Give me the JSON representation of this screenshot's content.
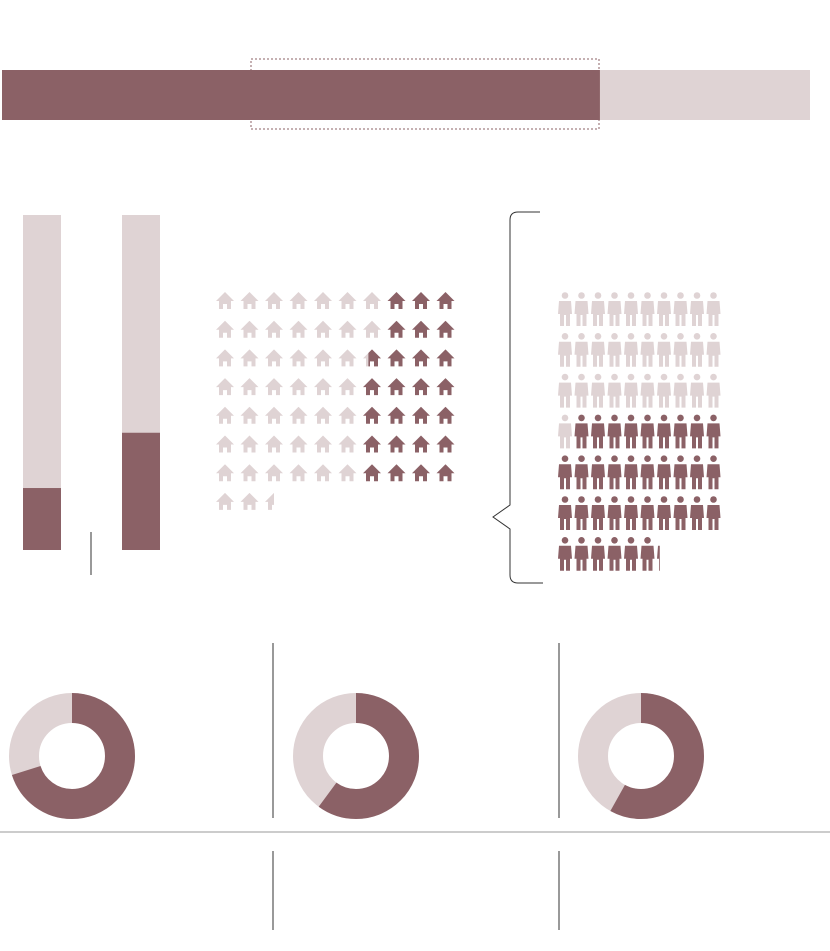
{
  "colors": {
    "dark": "#8b6166",
    "light": "#dfd3d4",
    "rule": "#999999"
  },
  "chart_data": [
    {
      "type": "bar",
      "orientation": "horizontal",
      "name": "top-bar",
      "values": [
        0.74
      ],
      "ylim": [
        0,
        1
      ]
    },
    {
      "type": "bar",
      "orientation": "vertical",
      "name": "vertical-bars",
      "categories": [
        "bar-1",
        "bar-2"
      ],
      "values": [
        0.185,
        0.35
      ],
      "ylim": [
        0,
        1
      ]
    },
    {
      "type": "pictogram",
      "name": "houses",
      "icon": "house-icon",
      "per_row": 10,
      "light_per_row": [
        7,
        7,
        6.3,
        6,
        6,
        6,
        6,
        2.5
      ],
      "dark_per_row": [
        3,
        3,
        3.7,
        4,
        4,
        4,
        4,
        0
      ]
    },
    {
      "type": "pictogram",
      "name": "people",
      "icon": "person-icon",
      "per_row": 10,
      "light_count": 31,
      "dark_count": 35.2
    },
    {
      "type": "pie",
      "name": "donuts",
      "series": [
        {
          "name": "donut-1",
          "values": [
            0.7,
            0.3
          ]
        },
        {
          "name": "donut-2",
          "values": [
            0.6,
            0.4
          ]
        },
        {
          "name": "donut-3",
          "values": [
            0.58,
            0.42
          ]
        }
      ]
    }
  ]
}
